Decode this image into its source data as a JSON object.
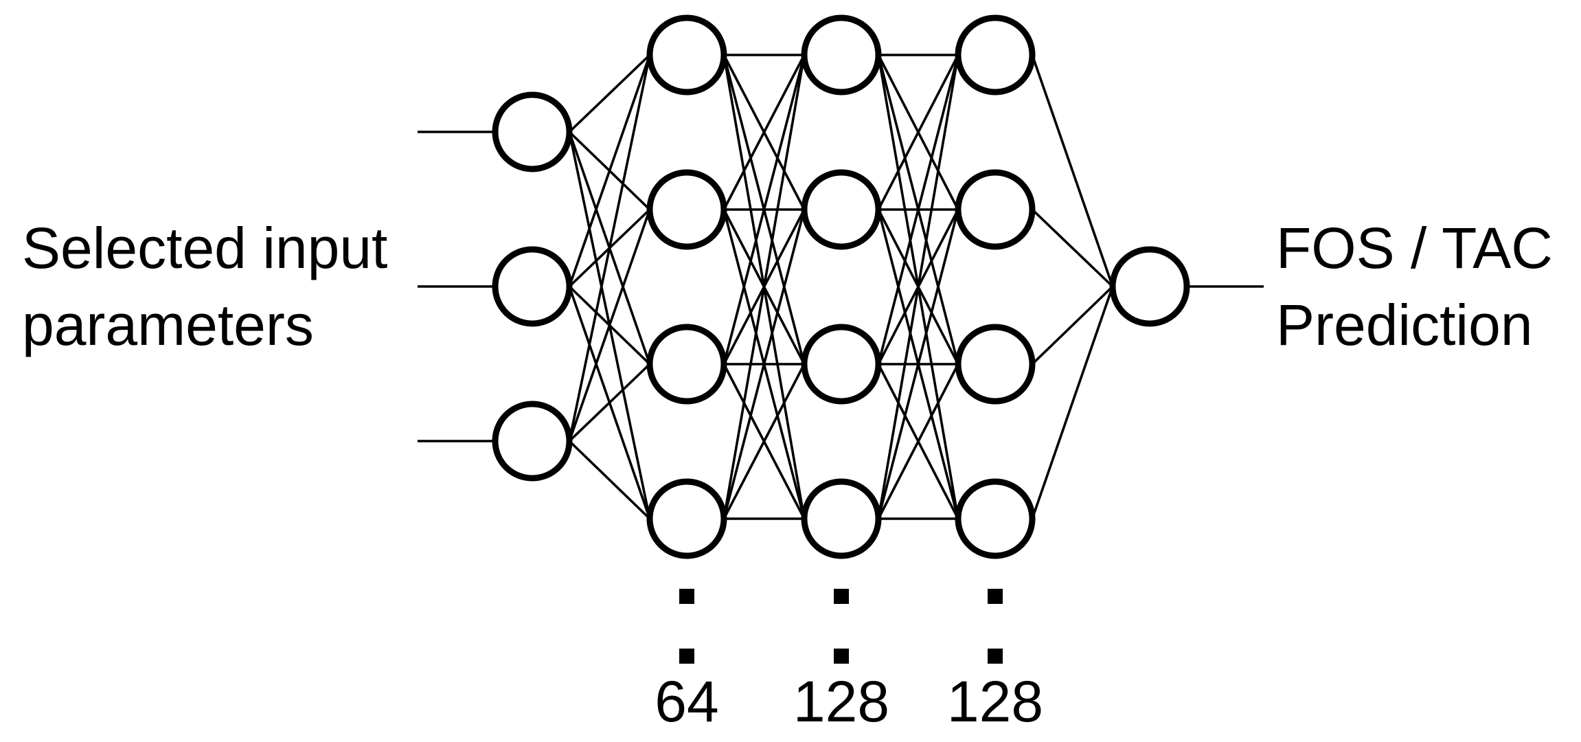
{
  "diagram": {
    "type": "neural-network",
    "input_label_lines": [
      "Selected input",
      "parameters"
    ],
    "output_label_lines": [
      "FOS / TAC",
      "Prediction"
    ],
    "layers": [
      {
        "name": "input",
        "visible_nodes": 3,
        "count_label": null
      },
      {
        "name": "hidden-1",
        "visible_nodes": 4,
        "count_label": "64"
      },
      {
        "name": "hidden-2",
        "visible_nodes": 4,
        "count_label": "128"
      },
      {
        "name": "hidden-3",
        "visible_nodes": 4,
        "count_label": "128"
      },
      {
        "name": "output",
        "visible_nodes": 1,
        "count_label": null
      }
    ],
    "colors": {
      "stroke": "#000000",
      "fill": "#ffffff",
      "background": "#ffffff"
    }
  }
}
